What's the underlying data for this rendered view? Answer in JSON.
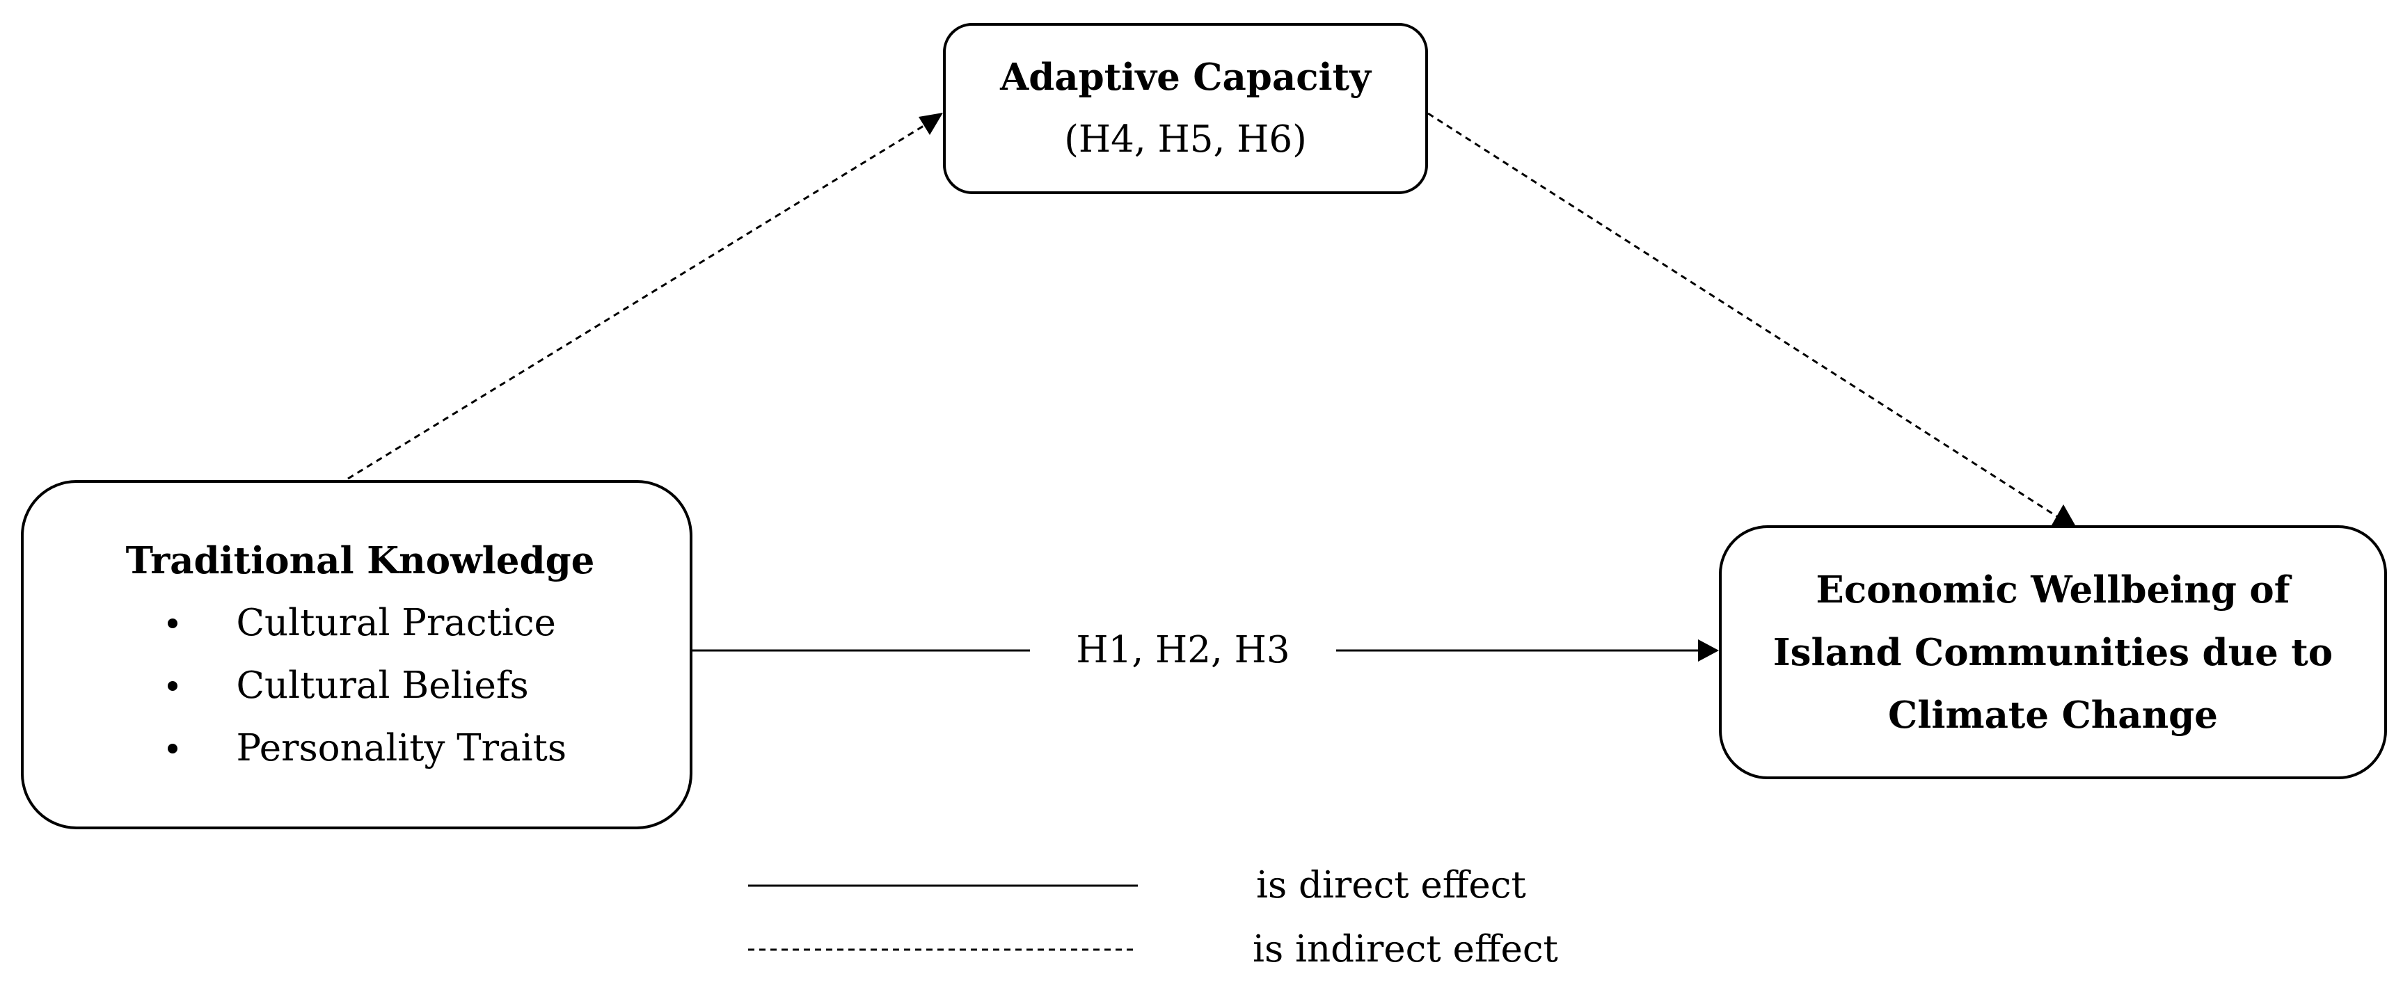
{
  "nodes": {
    "adaptive_capacity": {
      "title": "Adaptive Capacity",
      "subtitle": "(H4, H5, H6)"
    },
    "traditional_knowledge": {
      "title": "Traditional Knowledge",
      "items": [
        "Cultural Practice",
        "Cultural Beliefs",
        "Personality Traits"
      ]
    },
    "economic_wellbeing": {
      "title_lines": [
        "Economic Wellbeing of",
        "Island Communities due to",
        "Climate Change"
      ]
    }
  },
  "edges": {
    "direct": {
      "label": "H1, H2, H3",
      "from": "traditional_knowledge",
      "to": "economic_wellbeing",
      "style": "solid"
    },
    "indirect_to_mediator": {
      "from": "traditional_knowledge",
      "to": "adaptive_capacity",
      "style": "dashed"
    },
    "indirect_from_mediator": {
      "from": "adaptive_capacity",
      "to": "economic_wellbeing",
      "style": "dashed"
    }
  },
  "legend": {
    "direct": "is direct effect",
    "indirect": "is indirect effect"
  },
  "colors": {
    "line": "#000000",
    "background": "#ffffff"
  }
}
